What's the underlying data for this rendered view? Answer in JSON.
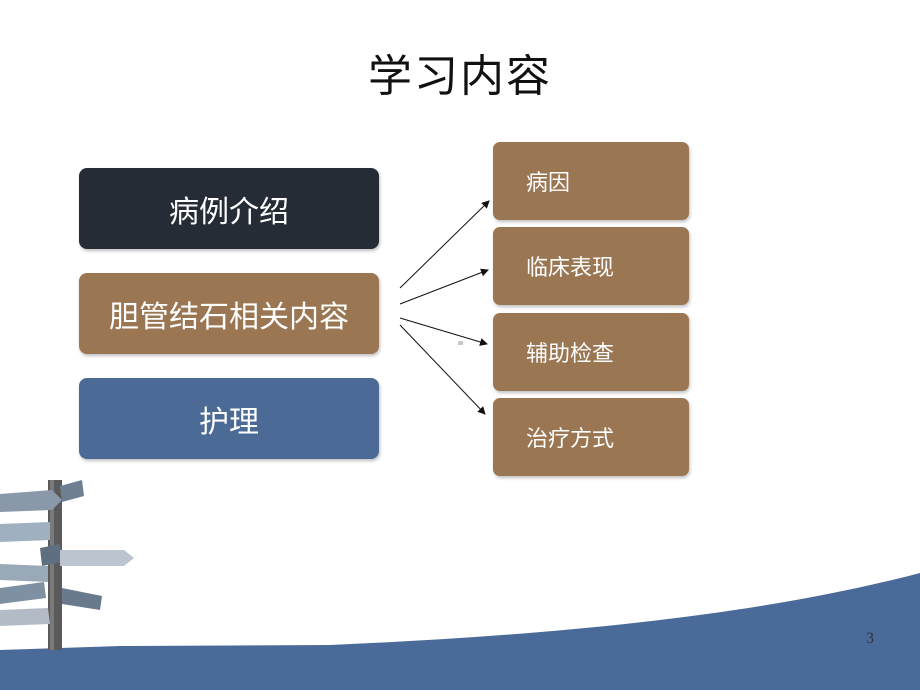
{
  "slide": {
    "title": "学习内容",
    "page_number": "3"
  },
  "left_boxes": [
    {
      "label": "病例介绍",
      "color": "#262c35"
    },
    {
      "label": "胆管结石相关内容",
      "color": "#9a7653"
    },
    {
      "label": "护理",
      "color": "#4b6a96"
    }
  ],
  "right_boxes": [
    {
      "label": "病因"
    },
    {
      "label": "临床表现"
    },
    {
      "label": "辅助检查"
    },
    {
      "label": "治疗方式"
    }
  ],
  "colors": {
    "brown": "#9a7653",
    "dark": "#262c35",
    "blue": "#4b6a96",
    "band": "#4a6b9a"
  },
  "decor": {
    "signpost_icon": "signpost-illustration-icon"
  }
}
